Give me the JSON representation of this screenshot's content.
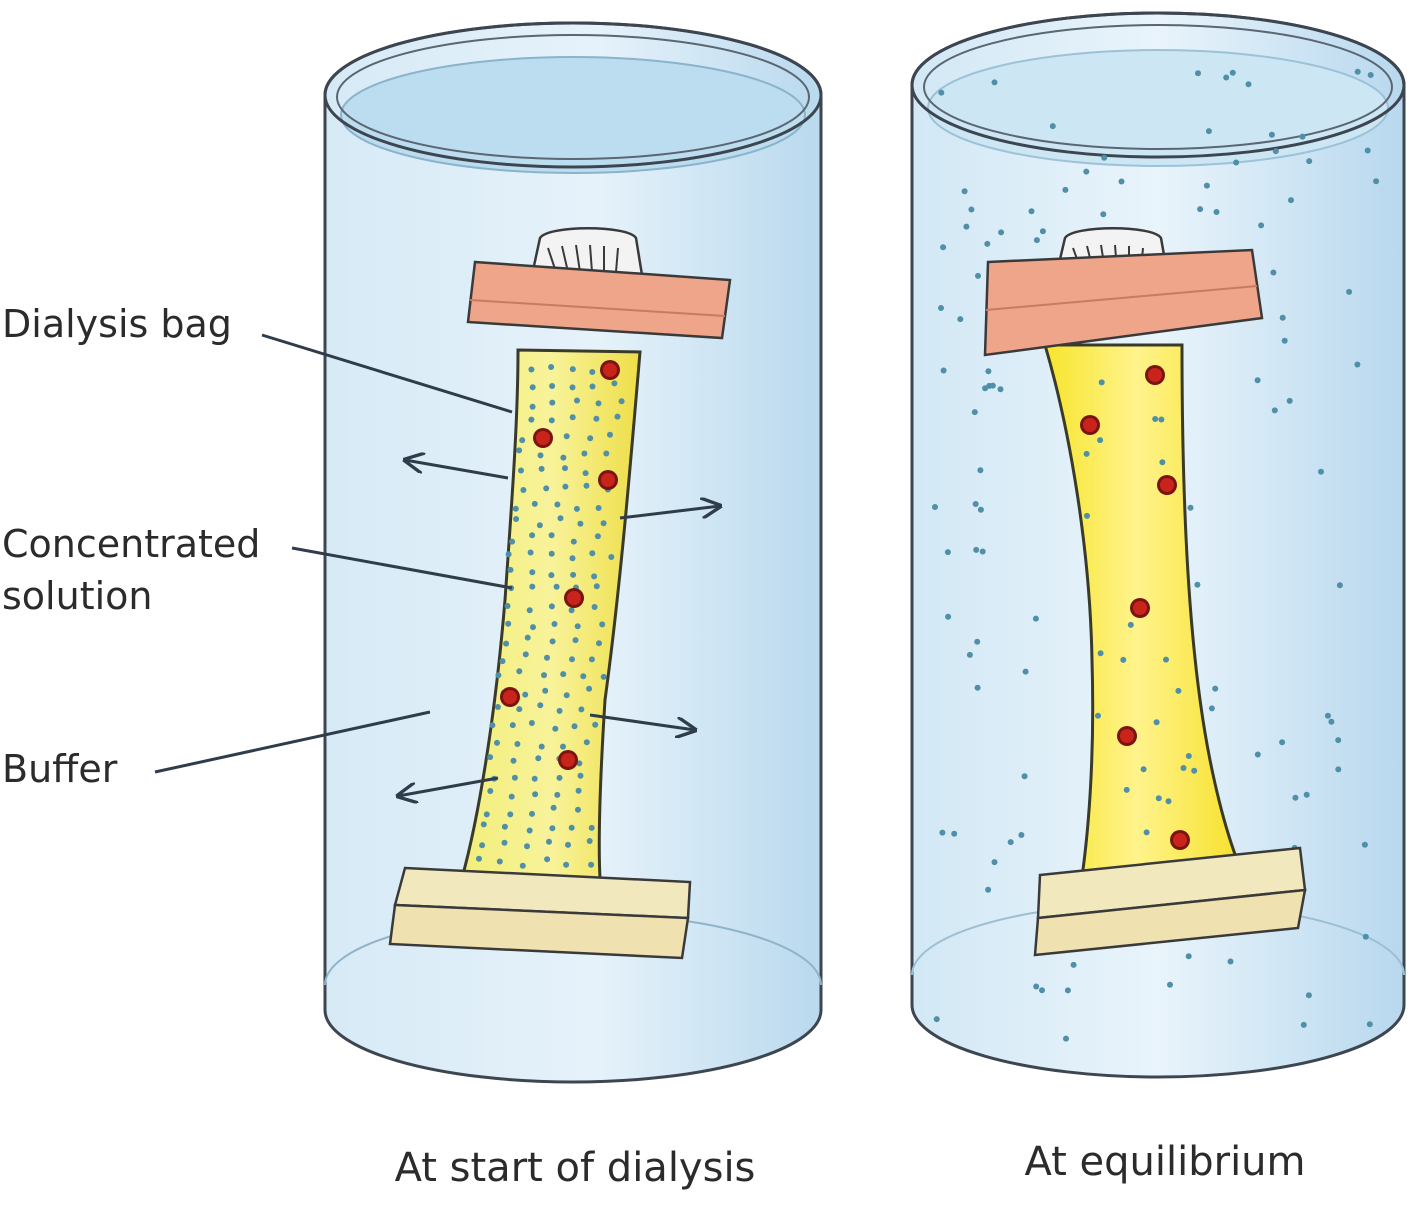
{
  "labels": {
    "dialysis_bag": "Dialysis bag",
    "concentrated_line1": "Concentrated",
    "concentrated_line2": "solution",
    "buffer": "Buffer"
  },
  "captions": {
    "start": "At start of dialysis",
    "equilibrium": "At equilibrium"
  },
  "colors": {
    "glass_outline": "#3d4650",
    "buffer_blue": "#cfe6f4",
    "bag_yellow": "#f7ec3a",
    "clip_top": "#eea58a",
    "clip_bottom": "#efe5b8",
    "small_molecule": "#4f8fa8",
    "large_molecule": "#c8241c"
  },
  "icons": [
    "beaker",
    "dialysis-bag",
    "clip",
    "arrow",
    "small-molecule",
    "large-molecule"
  ]
}
